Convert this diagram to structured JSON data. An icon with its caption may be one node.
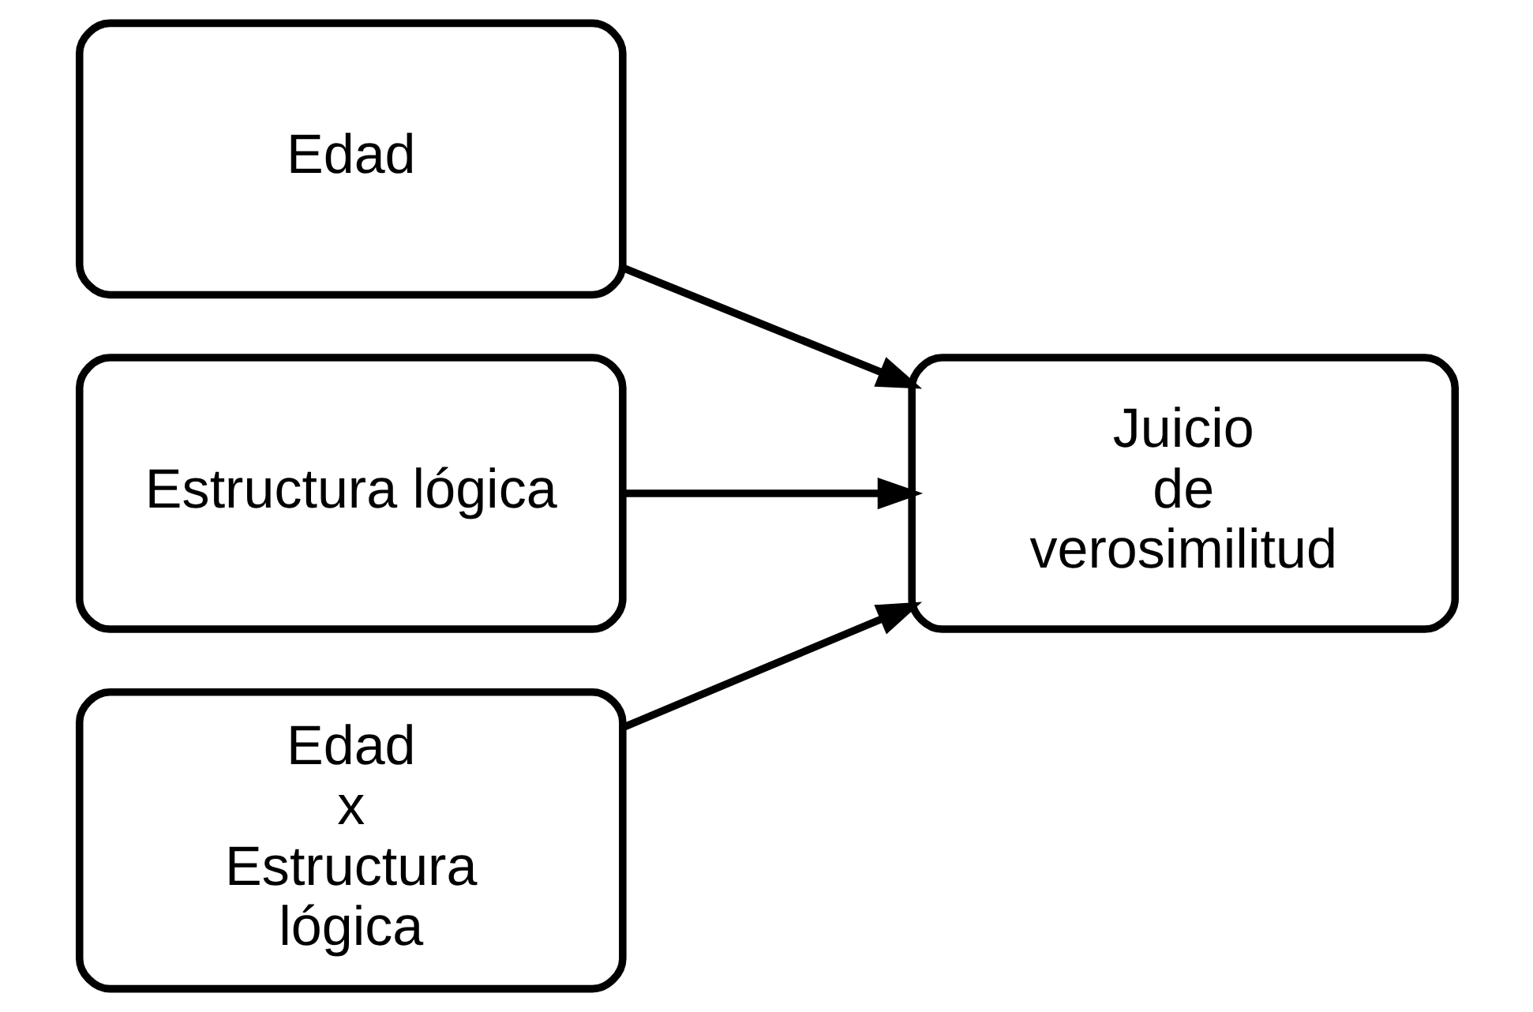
{
  "diagram": {
    "nodes": [
      {
        "text": [
          "Edad"
        ]
      },
      {
        "text": [
          "Estructura lógica"
        ]
      },
      {
        "text": [
          "Edad x Estructura lógica"
        ]
      },
      {
        "text": [
          "Juicio de verosimilitud"
        ]
      }
    ],
    "edges": [
      {
        "from": 0,
        "to": 3,
        "arrow": "to"
      },
      {
        "from": 1,
        "to": 3,
        "arrow": "to"
      },
      {
        "from": 2,
        "to": 3,
        "arrow": "to"
      }
    ]
  }
}
